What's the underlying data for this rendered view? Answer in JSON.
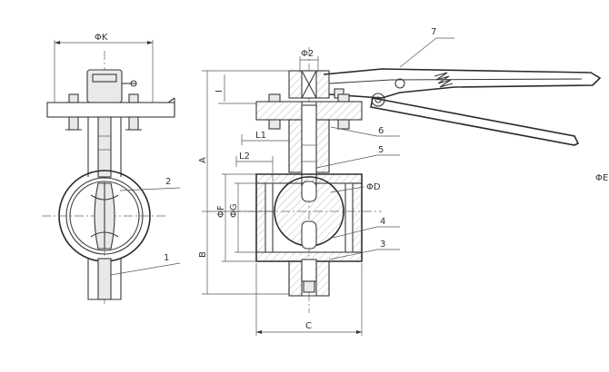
{
  "dimensions": {
    "phi_k": "ΦK",
    "phi_2": "Φ2",
    "phi_d": "ΦD",
    "phi_f": "ΦF",
    "phi_g": "ΦG",
    "phi_e": "ΦE",
    "l1": "L1",
    "l2": "L2",
    "a": "A",
    "b": "B",
    "c": "C",
    "i": "I"
  },
  "part_numbers": {
    "p1": "1",
    "p2": "2",
    "p3": "3",
    "p4": "4",
    "p5": "5",
    "p6": "6",
    "p7": "7"
  }
}
